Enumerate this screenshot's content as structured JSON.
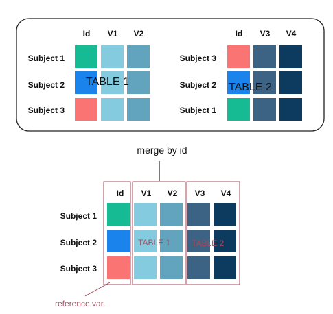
{
  "colors": {
    "id_1": "#16bb93",
    "id_2": "#1b84ec",
    "id_3": "#fa7474",
    "v1": "#85cbdf",
    "v2": "#62a4be",
    "v3": "#3c6384",
    "v4": "#0c3b5f",
    "annotation": "#a24d5e",
    "frame": "#222222"
  },
  "table1": {
    "label": "TABLE 1",
    "columns": [
      "Id",
      "V1",
      "V2"
    ],
    "rows": [
      "Subject 1",
      "Subject 2",
      "Subject 3"
    ]
  },
  "table2": {
    "label": "TABLE 2",
    "columns": [
      "Id",
      "V3",
      "V4"
    ],
    "rows": [
      "Subject 3",
      "Subject 2",
      "Subject 1"
    ]
  },
  "merge_label": "merge by id",
  "merged": {
    "columns": [
      "Id",
      "V1",
      "V2",
      "V3",
      "V4"
    ],
    "rows": [
      "Subject 1",
      "Subject 2",
      "Subject 3"
    ],
    "label_left": "TABLE 1",
    "label_right": "TABLE 2"
  },
  "reference_label": "reference var."
}
